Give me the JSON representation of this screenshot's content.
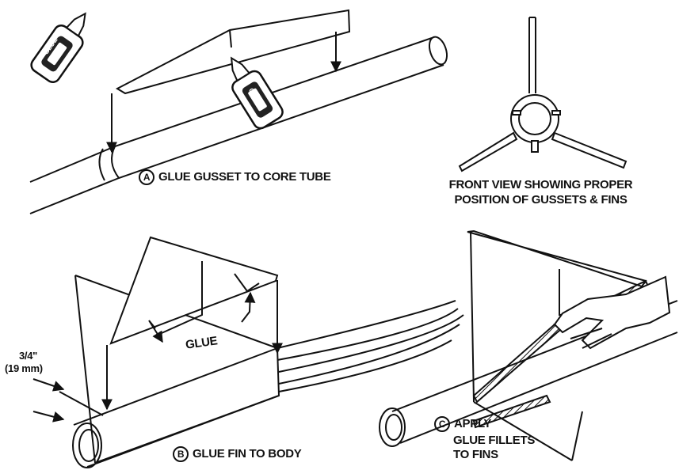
{
  "steps": {
    "a": {
      "marker": "A",
      "text": "GLUE GUSSET TO CORE TUBE"
    },
    "b": {
      "marker": "B",
      "text": "GLUE FIN TO BODY"
    },
    "c": {
      "marker": "C",
      "line1": "APPLY",
      "line2": "GLUE FILLETS",
      "line3": "TO FINS"
    }
  },
  "front_view": {
    "line1": "FRONT VIEW SHOWING PROPER",
    "line2": "POSITION OF GUSSETS & FINS"
  },
  "callouts": {
    "glue_fin": "GLUE",
    "glue_bottle_left": "GLUE",
    "glue_bottle_right": "GLUE",
    "dimension_in": "3/4\"",
    "dimension_mm": "(19 mm)"
  }
}
